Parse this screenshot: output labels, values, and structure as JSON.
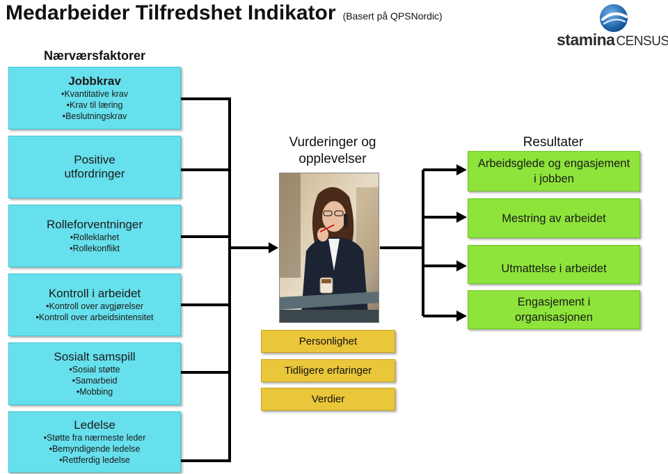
{
  "header": {
    "title": "Medarbeider Tilfredshet Indikator",
    "subtitle": "(Basert på QPSNordic)"
  },
  "logo": {
    "word": "stamina",
    "word2": "CENSUS"
  },
  "left": {
    "heading": "Nærværsfaktorer",
    "boxes": [
      {
        "title": "Jobbkrav",
        "items": [
          "Kvantitative krav",
          "Krav til læring",
          "Beslutningskrav"
        ]
      },
      {
        "title": "Positive utfordringer"
      },
      {
        "title": "Rolleforventninger",
        "items": [
          "Rolleklarhet",
          "Rollekonflikt"
        ]
      },
      {
        "title": "Kontroll i arbeidet",
        "items": [
          "Kontroll over avgjørelser",
          "Kontroll over arbeidsintensitet"
        ]
      },
      {
        "title": "Sosialt samspill",
        "items": [
          "Sosial støtte",
          "Samarbeid",
          "Mobbing"
        ]
      },
      {
        "title": "Ledelse",
        "items": [
          "Støtte fra nærmeste leder",
          "Bemyndigende ledelse",
          "Rettferdig ledelse"
        ]
      }
    ]
  },
  "middle": {
    "heading_line1": "Vurderinger og",
    "heading_line2": "opplevelser",
    "boxes": [
      "Personlighet",
      "Tidligere erfaringer",
      "Verdier"
    ]
  },
  "right": {
    "heading": "Resultater",
    "boxes": [
      {
        "line1": "Arbeidsglede og engasjement",
        "line2": "i jobben"
      },
      {
        "line1": "Mestring av arbeidet"
      },
      {
        "line1": "Utmattelse i arbeidet"
      },
      {
        "line1": "Engasjement i",
        "line2": "organisasjonen"
      }
    ]
  },
  "colors": {
    "cyan_box": "#66e0ec",
    "gold_box": "#e9c63a",
    "green_box": "#8ee43a",
    "logo_blue": "#1f6fb8",
    "connector": "#000000"
  }
}
